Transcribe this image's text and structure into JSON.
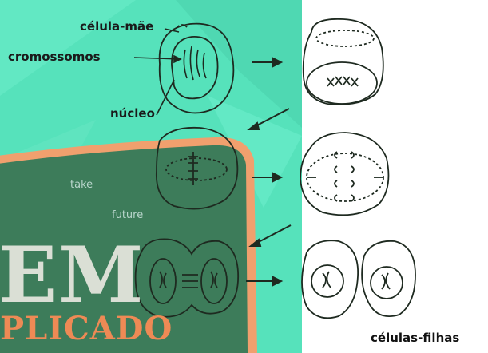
{
  "labels": {
    "mother_cell": "célula-mãe",
    "chromosomes": "cromossomos",
    "nucleus": "núcleo",
    "daughter_cells": "células-filhas"
  },
  "background": {
    "banner_big": "EM",
    "banner_small": "PLICADO",
    "chalk_words": [
      "take",
      "future"
    ]
  },
  "colors": {
    "turquoise": "#56e2bb",
    "board_green": "#3d7c5a",
    "board_frame": "#f0a06e",
    "ink": "#1e2a20",
    "white_panel": "#ffffff"
  }
}
